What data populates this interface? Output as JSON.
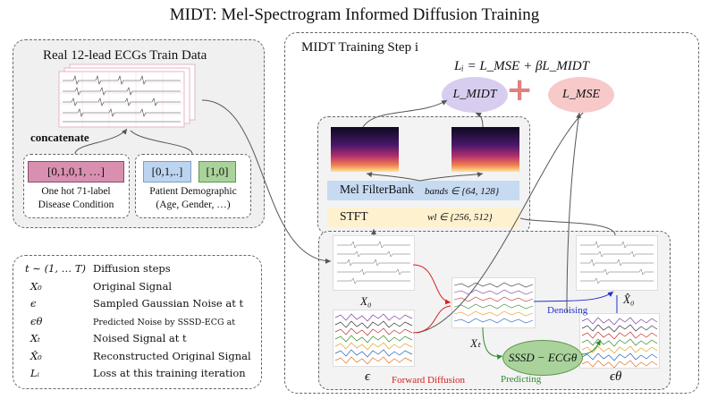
{
  "title": "MIDT: Mel-Spectrogram Informed Diffusion Training",
  "left_panel": {
    "title": "Real 12-lead ECGs Train Data",
    "concatenate": "concatenate",
    "onehot_value": "[0,1,0,1, …]",
    "onehot_caption_1": "One hot 71-label",
    "onehot_caption_2": "Disease Condition",
    "demo_value_1": "[0,1,..]",
    "demo_value_2": "[1,0]",
    "demo_caption_1": "Patient Demographic",
    "demo_caption_2": "(Age, Gender, …)"
  },
  "legend": [
    {
      "symbol": "t ∼ (1, … T)",
      "text": "Diffusion steps"
    },
    {
      "symbol": "X₀",
      "text": "Original Signal"
    },
    {
      "symbol": "ϵ",
      "text": "Sampled Gaussian Noise at t"
    },
    {
      "symbol": "ϵθ",
      "text": "Predicted Noise by SSSD-ECG at"
    },
    {
      "symbol": "Xₜ",
      "text": "Noised Signal at t"
    },
    {
      "symbol": "X̂₀",
      "text": "Reconstructed Original Signal"
    },
    {
      "symbol": "Lᵢ",
      "text": "Loss at this training iteration"
    }
  ],
  "right_panel": {
    "title": "MIDT Training Step i",
    "loss_equation": "Lᵢ = L_MSE + βL_MIDT",
    "l_midt": "L_MIDT",
    "l_mse": "L_MSE",
    "plus": "+",
    "mel_filterbank": "Mel FilterBank",
    "bands": "bands ∈ {64, 128}",
    "stft": "STFT",
    "wl": "wl ∈ {256, 512}",
    "x0_label": "X₀",
    "eps_label": "ϵ",
    "xt_label": "Xₜ",
    "eps_theta_label": "ϵθ",
    "xhat0_label": "X̂₀",
    "denoising": "Denoising",
    "model": "SSSD − ECGθ",
    "forward_diffusion": "Forward Diffusion",
    "predicting": "Predicting"
  },
  "colors": {
    "pink_box": "#d88fb0",
    "blue_box": "#bcd4f0",
    "green_box": "#a9d39a",
    "mel_bar": "#c6daf1",
    "stft_bar": "#fdf1cf",
    "l_midt_oval": "#d8cdee",
    "l_mse_oval": "#f7c9c9",
    "plus_red": "#e08080",
    "forward_red": "#d42020",
    "denoise_blue": "#2030c8",
    "predict_green": "#2f8a2f"
  }
}
